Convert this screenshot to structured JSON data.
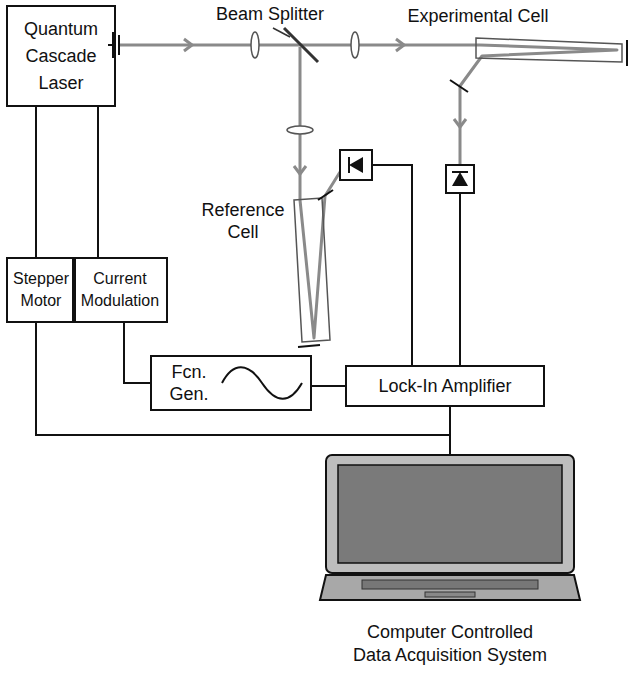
{
  "diagram": {
    "nodes": [
      {
        "text": [
          "Quantum Cascade Laser"
        ]
      },
      {
        "text": [
          "Stepper Motor"
        ]
      },
      {
        "text": [
          "Current Modulation"
        ]
      },
      {
        "text": [
          "Fcn. Gen."
        ]
      },
      {
        "text": [
          "Lock-In Amplifier"
        ]
      },
      {
        "text": [
          "Computer Controlled Data Acquisition System"
        ]
      }
    ],
    "edges": [
      {
        "from": 0,
        "to": 1,
        "arrow": "none"
      },
      {
        "from": 0,
        "to": 2,
        "arrow": "none"
      },
      {
        "from": 2,
        "to": 3,
        "arrow": "none"
      },
      {
        "from": 3,
        "to": 4,
        "arrow": "none"
      },
      {
        "from": 1,
        "to": 5,
        "arrow": "none"
      },
      {
        "from": 4,
        "to": 5,
        "arrow": "none"
      }
    ],
    "labels": [
      "Beam Splitter",
      "Experimental Cell",
      "Reference Cell"
    ]
  }
}
